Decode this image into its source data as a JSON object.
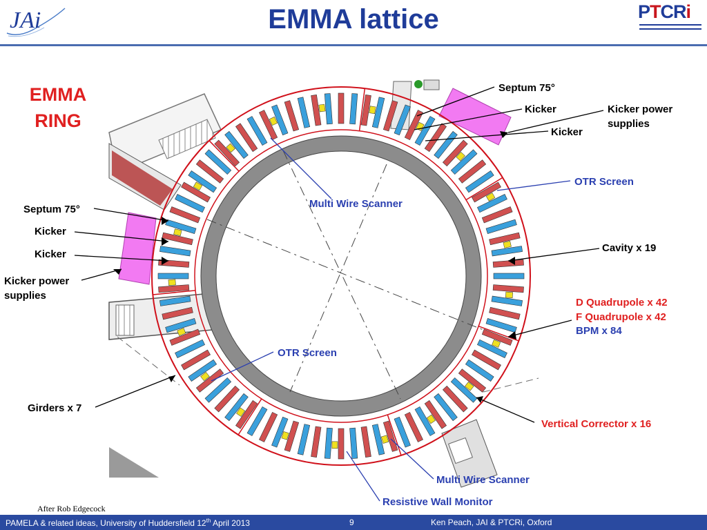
{
  "header": {
    "title": "EMMA lattice",
    "logo_left": "JAi",
    "logo_right": "PTCRi"
  },
  "diagram": {
    "ring_title_line1": "EMMA",
    "ring_title_line2": "RING",
    "labels_right": {
      "septum": "Septum 75°",
      "kicker1": "Kicker",
      "kicker2": "Kicker",
      "kicker_ps_line1": "Kicker power",
      "kicker_ps_line2": "supplies",
      "otr": "OTR Screen",
      "cavity": "Cavity x 19",
      "dquad": "D Quadrupole x 42",
      "fquad": "F Quadrupole x 42",
      "bpm": "BPM x 84",
      "vcorr": "Vertical Corrector x 16"
    },
    "labels_left": {
      "septum": "Septum 75°",
      "kicker1": "Kicker",
      "kicker2": "Kicker",
      "kicker_ps_line1": "Kicker power",
      "kicker_ps_line2": "supplies",
      "girders": "Girders x 7"
    },
    "labels_inner": {
      "mws_top": "Multi Wire Scanner",
      "otr_inner": "OTR Screen"
    },
    "labels_bottom": {
      "mws_bottom": "Multi Wire Scanner",
      "rwm": "Resistive Wall Monitor"
    },
    "colors": {
      "ring_outline": "#d0101a",
      "dquad": "#c8161d",
      "fquad": "#1f3c99",
      "bpm": "#1f3c99",
      "label_blue": "#2a3fb0",
      "kicker_ps": "#f27af2",
      "magnet_blue": "#3aa0dc",
      "magnet_red": "#d05050",
      "cavity_yellow": "#f0e020"
    }
  },
  "caption": "After Rob Edgecock",
  "footer": {
    "left": "PAMELA & related ideas, University of Huddersfield  12",
    "left_sup": "th",
    "left_end": " April 2013",
    "page": "9",
    "right": "Ken Peach, JAI  & PTCRi, Oxford"
  }
}
